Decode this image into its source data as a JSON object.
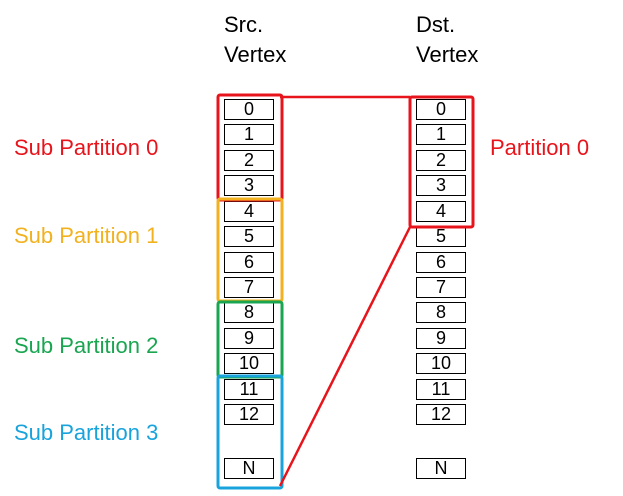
{
  "headers": {
    "src": [
      "Src.",
      "Vertex"
    ],
    "dst": [
      "Dst.",
      "Vertex"
    ]
  },
  "src_vertices": [
    "0",
    "1",
    "2",
    "3",
    "4",
    "5",
    "6",
    "7",
    "8",
    "9",
    "10",
    "11",
    "12",
    "N"
  ],
  "dst_vertices": [
    "0",
    "1",
    "2",
    "3",
    "4",
    "5",
    "6",
    "7",
    "8",
    "9",
    "10",
    "11",
    "12",
    "N"
  ],
  "sub_partitions": [
    {
      "label": "Sub Partition 0",
      "color": "#e8141b"
    },
    {
      "label": "Sub Partition 1",
      "color": "#f2b21f"
    },
    {
      "label": "Sub Partition 2",
      "color": "#1aa551"
    },
    {
      "label": "Sub Partition 3",
      "color": "#19a3dc"
    }
  ],
  "partition": {
    "label": "Partition 0",
    "color": "#e8141b"
  }
}
